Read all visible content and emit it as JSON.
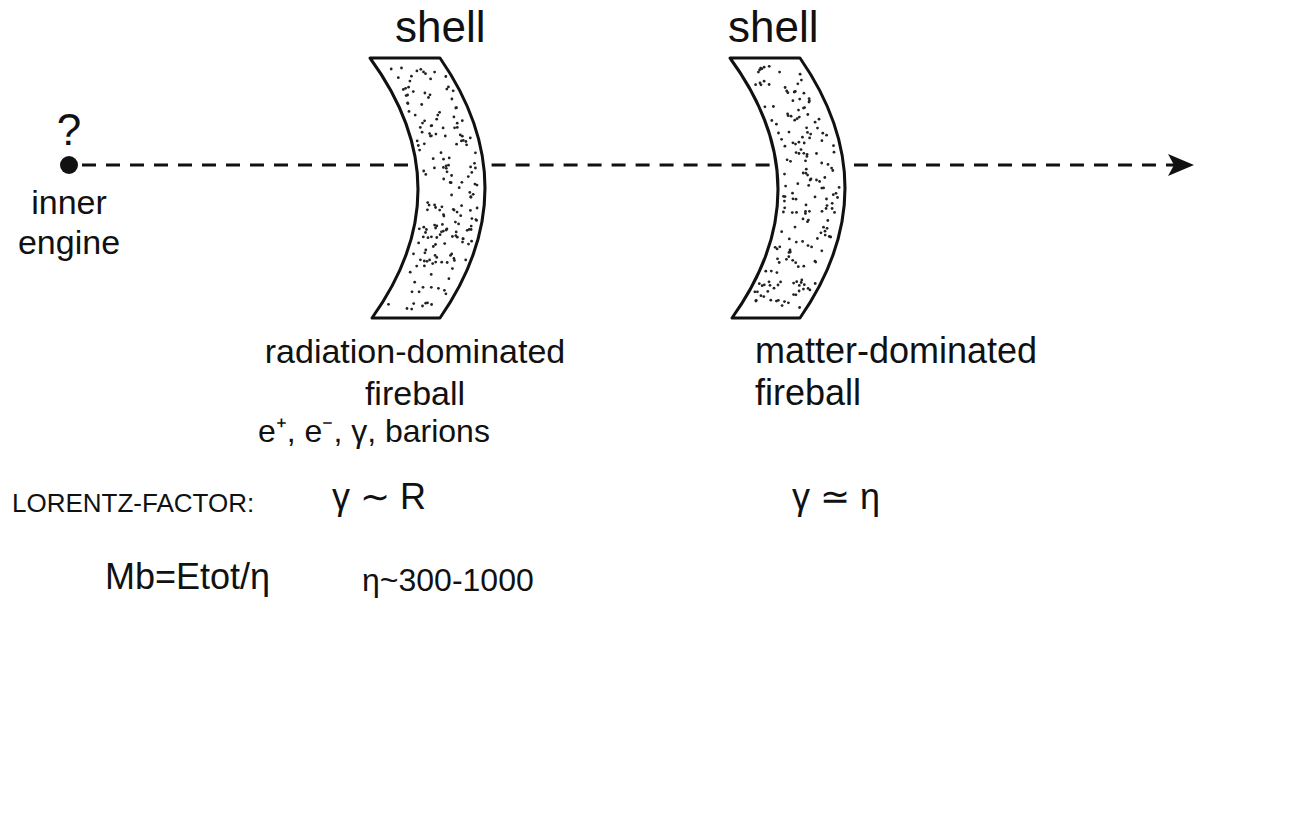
{
  "diagram": {
    "nodes": [
      {
        "text": [
          "?",
          "inner engine"
        ]
      },
      {
        "text": [
          "shell"
        ]
      },
      {
        "text": [
          "shell"
        ]
      }
    ],
    "edges": [
      {
        "from": 0,
        "to": 1,
        "arrow": "none"
      },
      {
        "from": 1,
        "to": 2,
        "arrow": "none"
      }
    ],
    "labels": [
      "radiation-dominated fireball",
      "e⁺, e⁻, γ, barions",
      "matter-dominated fireball",
      "LORENTZ-FACTOR:",
      "γ ∼ R",
      "γ ≃ η",
      "Mb=Etot/η",
      "η~300-1000"
    ]
  }
}
